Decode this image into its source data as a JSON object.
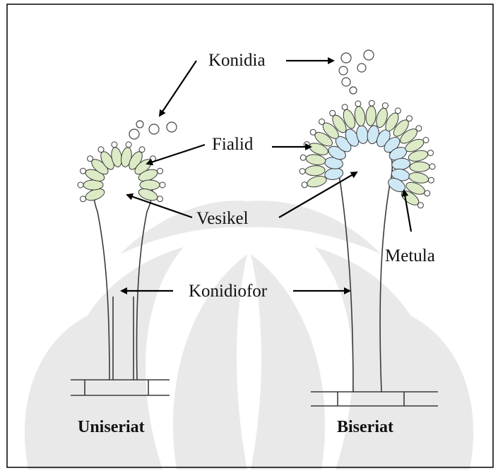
{
  "labels": {
    "konidia": "Konidia",
    "fialid": "Fialid",
    "vesikel": "Vesikel",
    "metula": "Metula",
    "konidiofor": "Konidiofor",
    "uniseriat": "Uniseriat",
    "biseriat": "Biseriat"
  },
  "colors": {
    "fialid": "#dcebc6",
    "metula": "#cfe8f5",
    "watermark": "#e7e7e7",
    "outline": "#3a3a3a"
  }
}
